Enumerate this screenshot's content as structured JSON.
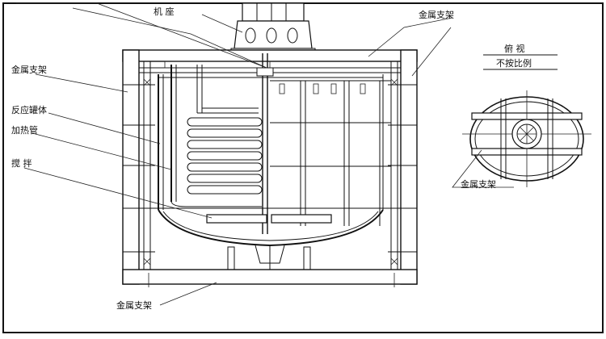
{
  "labels": {
    "machine_base": "机 座",
    "metal_frame_top": "金属支架",
    "metal_frame_left": "金属支架",
    "reactor_body": "反应罐体",
    "heating_tube": "加热管",
    "agitator": "搅 拌",
    "metal_frame_bottom": "金属支架",
    "top_view_title": "俯 视",
    "top_view_note": "不按比例",
    "top_view_frame": "金属支架"
  }
}
